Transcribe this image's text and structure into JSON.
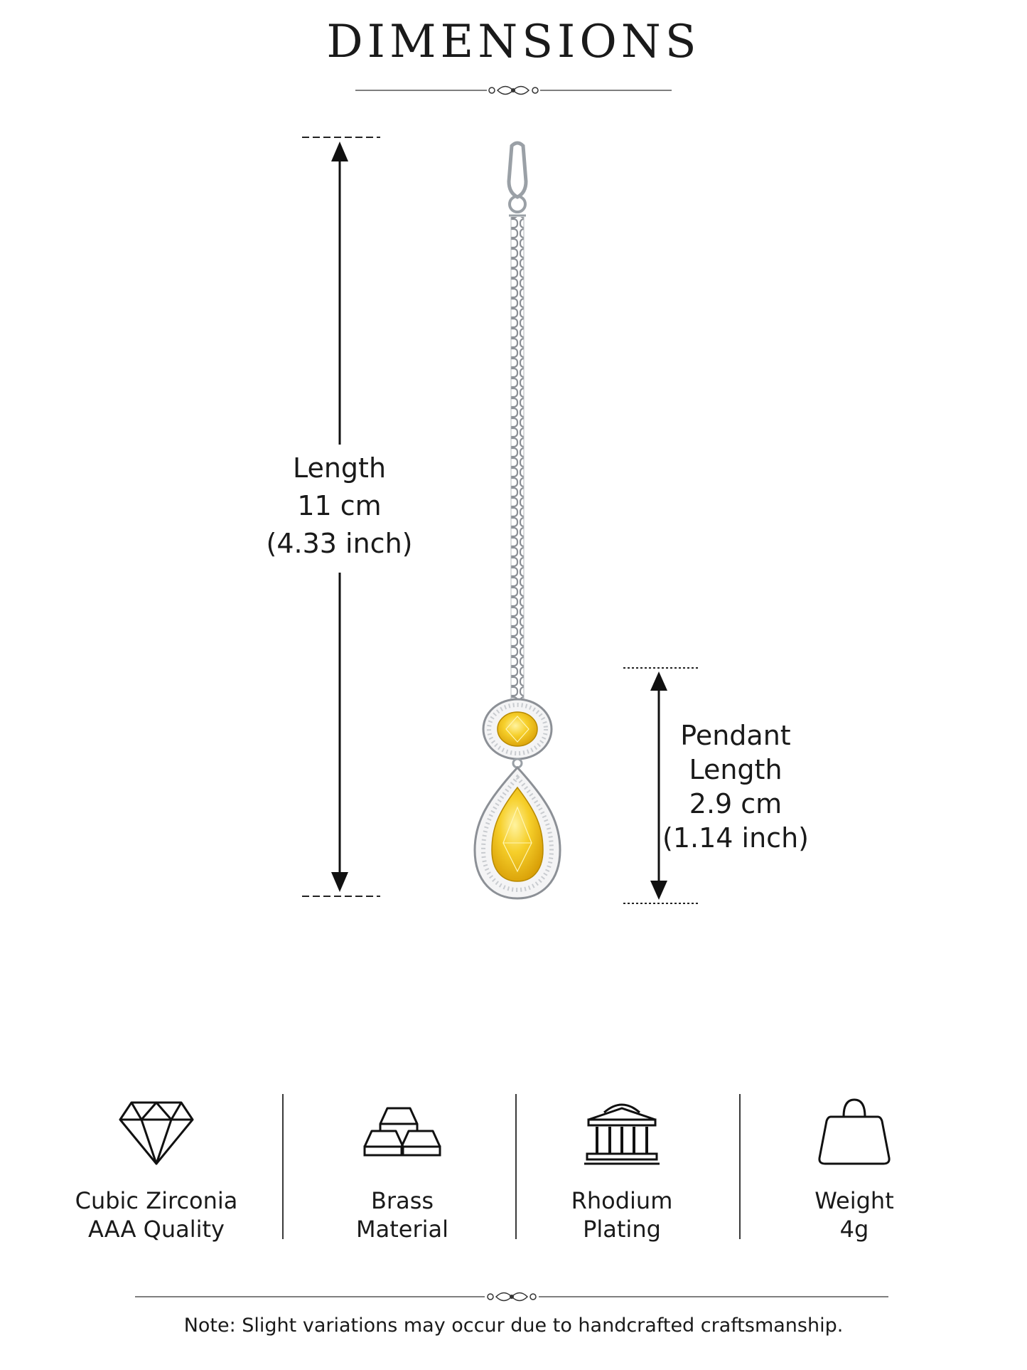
{
  "header": {
    "title": "DIMENSIONS"
  },
  "measurements": {
    "length": {
      "label": "Length",
      "metric": "11 cm",
      "imperial": "(4.33 inch)"
    },
    "pendant": {
      "label_line1": "Pendant",
      "label_line2": "Length",
      "metric": "2.9 cm",
      "imperial": "(1.14 inch)"
    }
  },
  "features": [
    {
      "icon": "diamond-icon",
      "line1": "Cubic Zirconia",
      "line2": "AAA Quality"
    },
    {
      "icon": "gold-bars-icon",
      "line1": "Brass",
      "line2": "Material"
    },
    {
      "icon": "temple-icon",
      "line1": "Rhodium",
      "line2": "Plating"
    },
    {
      "icon": "weight-bag-icon",
      "line1": "Weight",
      "line2": "4g"
    }
  ],
  "footer": {
    "note": "Note: Slight variations may occur due to handcrafted craftsmanship."
  },
  "colors": {
    "text": "#1a1a1a",
    "gem": "#f2c21a",
    "metal": "#b8bcc2"
  }
}
